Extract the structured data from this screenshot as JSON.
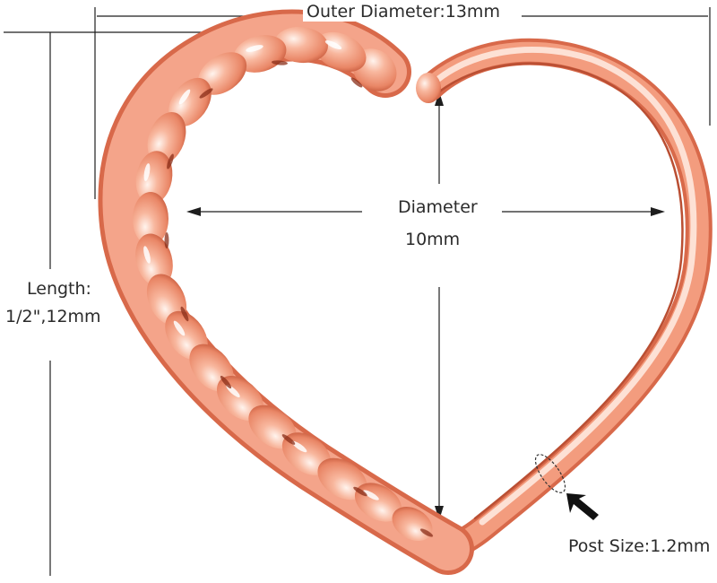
{
  "labels": {
    "outer_diameter": "Outer Diameter:13mm",
    "diameter_title": "Diameter",
    "diameter_value": "10mm",
    "length_title": "Length:",
    "length_value": "1/2\",12mm",
    "post_size": "Post Size:1.2mm"
  },
  "colors": {
    "rose_gold_base": "#f4a48a",
    "rose_gold_light": "#fde3d8",
    "rose_gold_mid": "#ee9070",
    "rose_gold_dark": "#c9583a",
    "line": "#1e1e1e"
  },
  "icons": {
    "arrow": "arrow-icon",
    "post_pointer": "black-arrow-icon"
  }
}
